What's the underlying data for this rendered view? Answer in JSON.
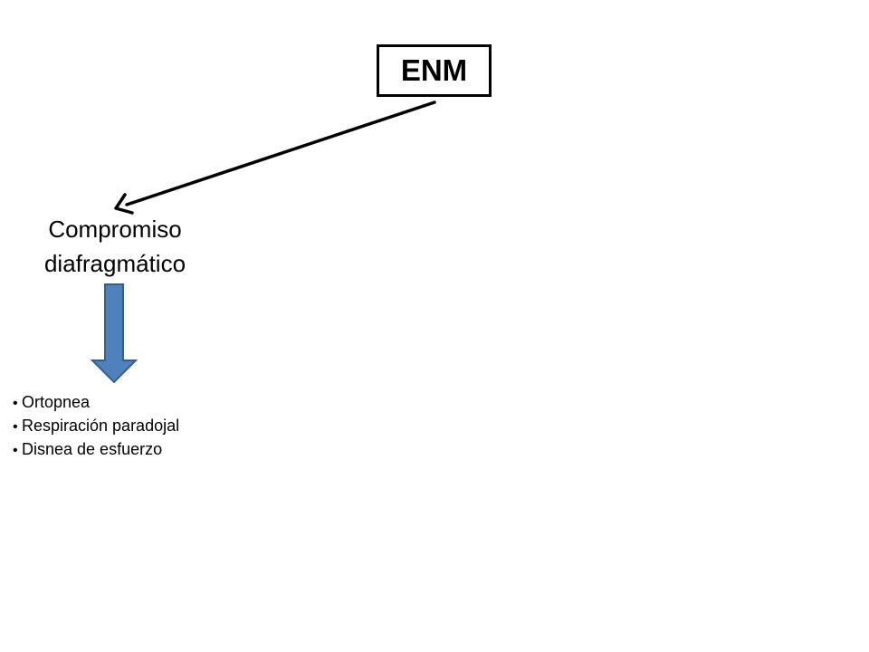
{
  "diagram": {
    "root_node": {
      "label": "ENM"
    },
    "child_node": {
      "label_lines": [
        "Compromiso",
        "diafragmático"
      ]
    },
    "symptoms": [
      {
        "label": "Ortopnea"
      },
      {
        "label": "Respiración paradojal"
      },
      {
        "label": "Disnea de esfuerzo"
      }
    ],
    "bullet_glyph": "•",
    "connector": {
      "from": "ENM",
      "to": "Compromiso diafragmático",
      "style": "arrow"
    },
    "down_arrow": {
      "fill_color": "#4f81bd",
      "stroke_color": "#385d8a"
    }
  }
}
